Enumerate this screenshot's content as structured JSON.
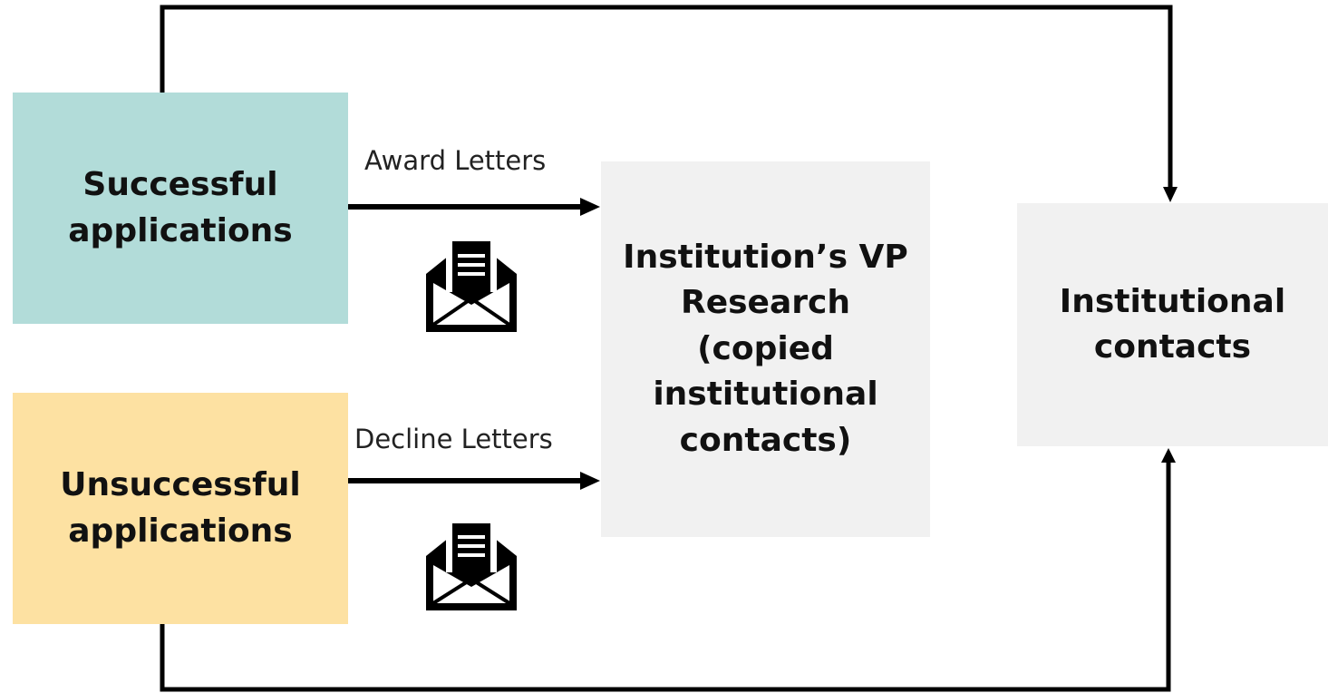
{
  "colors": {
    "successful": "#b2dcd9",
    "unsuccessful": "#fde1a2",
    "neutral_box": "#f1f1f1",
    "line": "#000000"
  },
  "boxes": {
    "successful": "Successful\napplications",
    "unsuccessful": "Unsuccessful\napplications",
    "vp": "Institution’s VP\nResearch\n(copied\ninstitutional\ncontacts)",
    "contacts": "Institutional\ncontacts"
  },
  "arrows": {
    "award_label": "Award Letters",
    "decline_label": "Decline Letters"
  },
  "icons": {
    "award": "envelope-letter-icon",
    "decline": "envelope-letter-icon"
  }
}
